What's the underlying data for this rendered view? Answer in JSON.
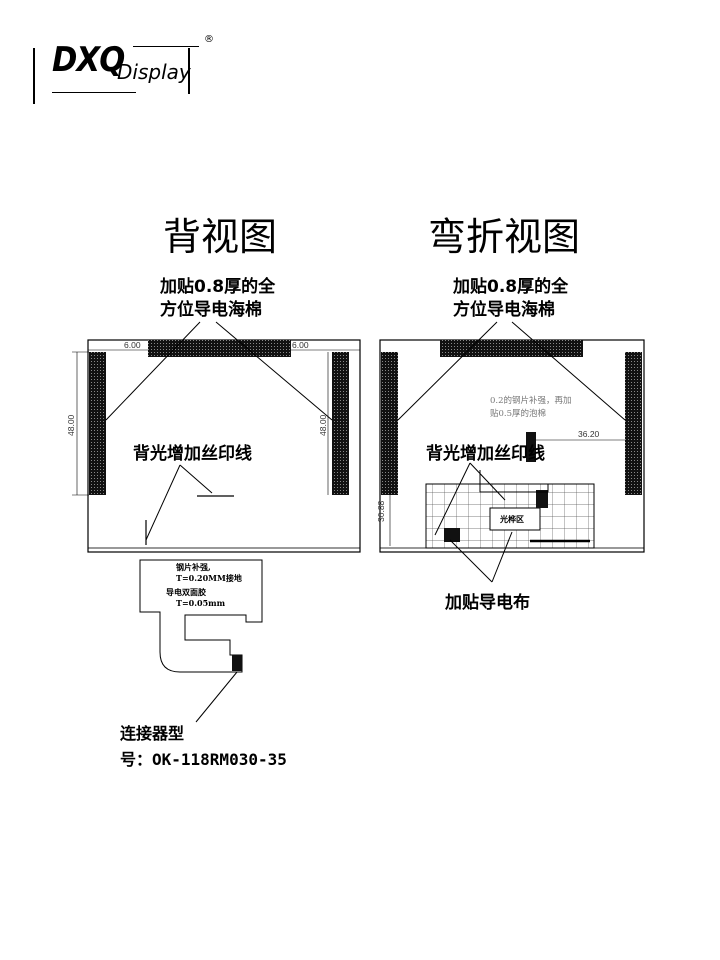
{
  "logo": {
    "brand": "DXQ",
    "sub": "Display",
    "registered": "®"
  },
  "back_view": {
    "title": "背视图",
    "foam_label_line1": "加贴0.8厚的全",
    "foam_label_line2": "方位导电海棉",
    "dim_left_top": "6.00",
    "dim_right_top": "6.00",
    "dim_vertical_left": "48.00",
    "dim_vertical_right": "48.00",
    "backlight_label": "背光增加丝印线",
    "stiffener_line1": "钢片补强,",
    "stiffener_line2": "T=0.20MM接地",
    "stiffener_line3": "导电双面胶",
    "stiffener_line4": "T=0.05mm",
    "connector_line1": "连接器型",
    "connector_line2": "号：OK-118RM030-35"
  },
  "bend_view": {
    "title": "弯折视图",
    "foam_label_line1": "加贴0.8厚的全",
    "foam_label_line2": "方位导电海棉",
    "stiffener_note_line1": "0.2的钢片补强，再加",
    "stiffener_note_line2": "贴0.5厚的泡棉",
    "dim_horizontal": "36.20",
    "dim_vertical": "30.88",
    "backlight_label": "背光增加丝印线",
    "area_label": "光桦区",
    "cloth_label": "加贴导电布"
  },
  "colors": {
    "ink": "#000000",
    "dim_text": "#333333",
    "note_gray": "#777777"
  }
}
